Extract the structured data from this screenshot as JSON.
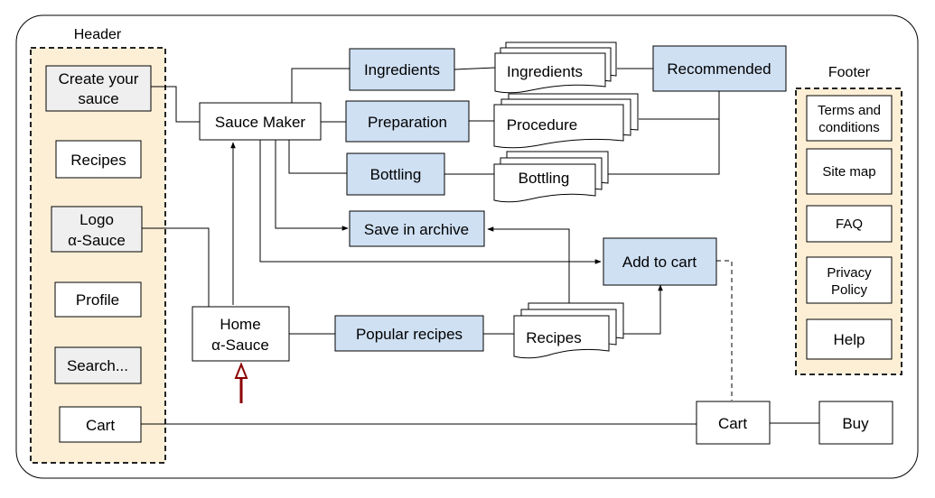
{
  "header": {
    "title": "Header"
  },
  "footer": {
    "title": "Footer"
  },
  "header_items": {
    "create": [
      "Create your",
      "sauce"
    ],
    "recipes": "Recipes",
    "logo": [
      "Logo",
      "α-Sauce"
    ],
    "profile": "Profile",
    "search": "Search...",
    "cart": "Cart"
  },
  "footer_items": {
    "terms": [
      "Terms and",
      "conditions"
    ],
    "sitemap": "Site map",
    "faq": "FAQ",
    "privacy": [
      "Privacy",
      "Policy"
    ],
    "help": "Help"
  },
  "nodes": {
    "sauce_maker": "Sauce Maker",
    "ingredients": "Ingredients",
    "preparation": "Preparation",
    "bottling": "Bottling",
    "ingredients_doc": "Ingredients",
    "procedure_doc": "Procedure",
    "bottling_doc": "Bottling",
    "recommended": "Recommended",
    "save_archive": "Save in archive",
    "add_to_cart": "Add to cart",
    "home": [
      "Home",
      "α-Sauce"
    ],
    "popular": "Popular recipes",
    "recipes_doc": "Recipes",
    "cart": "Cart",
    "buy": "Buy"
  },
  "colors": {
    "blue_fill": "#cfe0f3",
    "gray_fill": "#efefef",
    "section_fill": "#fdefd6",
    "entry_arrow": "#8b0000"
  }
}
